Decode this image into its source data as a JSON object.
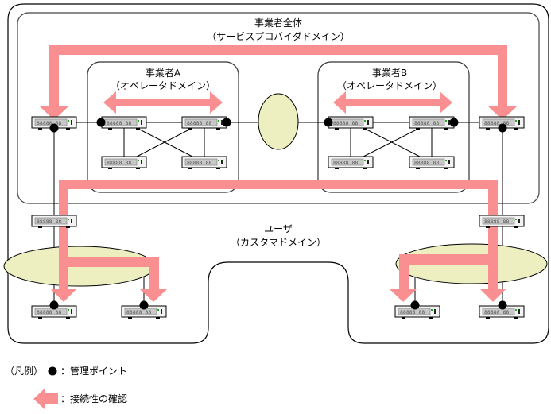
{
  "colors": {
    "arrow": "#f98f90",
    "ellipse_fill": "#eeefc0",
    "line": "#000000",
    "box_border": "#333333",
    "device_fill": "#f2f2f2",
    "device_screen": "#c8c8c8"
  },
  "domains": {
    "provider": {
      "title": "事業者全体",
      "subtitle": "（サービスプロバイダドメイン）"
    },
    "operator_a": {
      "title": "事業者A",
      "subtitle": "（オペレータドメイン）"
    },
    "operator_b": {
      "title": "事業者B",
      "subtitle": "（オペレータドメイン）"
    },
    "user": {
      "title": "ユーザ",
      "subtitle": "（カスタマドメイン）"
    }
  },
  "device": {
    "display_text": "88888 88°!"
  },
  "legend": {
    "prefix": "（凡例）",
    "items": [
      {
        "icon": "management-point-icon",
        "label": "：管理ポイント"
      },
      {
        "icon": "connectivity-arrow-icon",
        "label": "：接続性の確認"
      }
    ]
  }
}
